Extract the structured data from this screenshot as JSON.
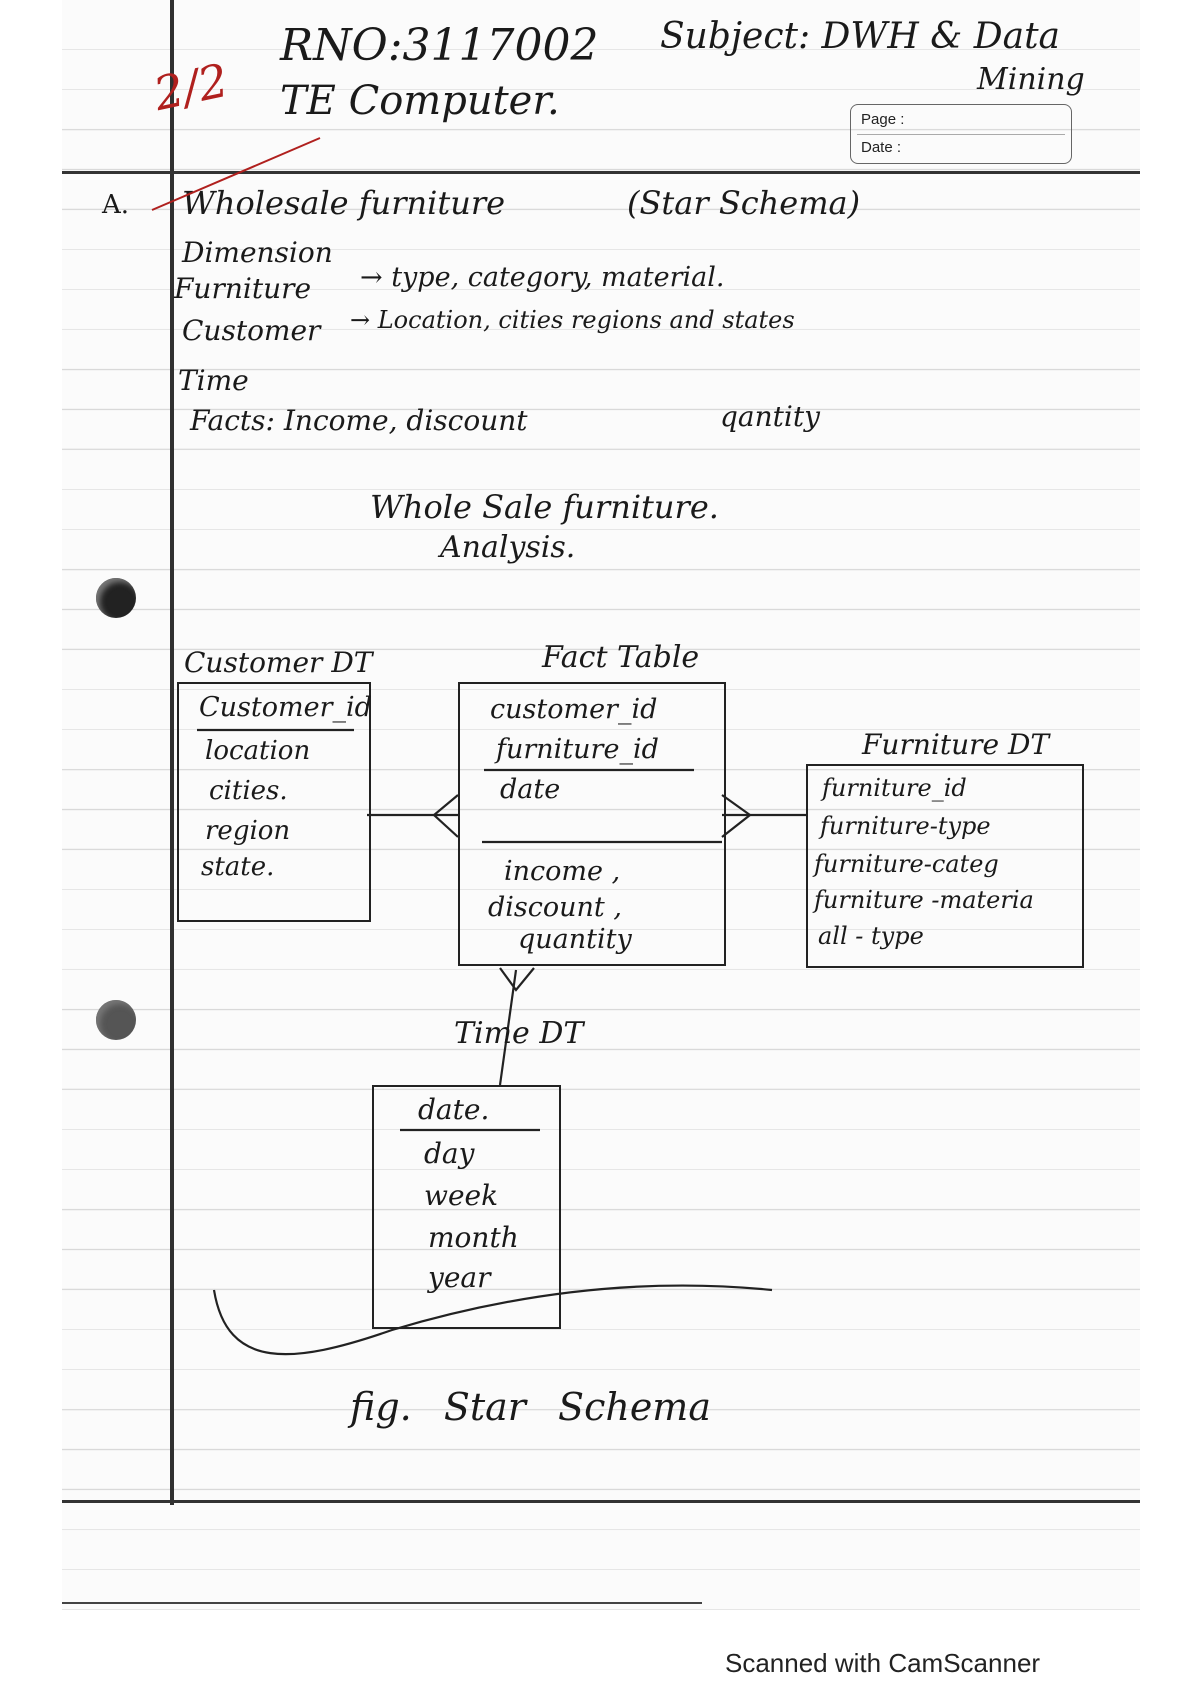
{
  "header": {
    "roll_no": "RNO:3117002",
    "class": "TE Computer.",
    "subject_line1": "Subject: DWH & Data",
    "subject_line2": "Mining",
    "grade": "2/2",
    "page_label": "Page :",
    "date_label": "Date :"
  },
  "question": {
    "label": "A.",
    "title": "Wholesale furniture",
    "title_note": "(Star Schema)",
    "dimension_heading": "Dimension",
    "dimensions": [
      {
        "name": "Furniture",
        "detail": "→ type, category, material."
      },
      {
        "name": "Customer",
        "detail": "→ Location, cities regions and states"
      },
      {
        "name": "Time",
        "detail": ""
      }
    ],
    "facts": "Facts: Income, discount",
    "facts_extra": "qantity"
  },
  "analysis_title": {
    "line1": "Whole Sale furniture.",
    "line2": "Analysis."
  },
  "diagram": {
    "customer_table": {
      "title": "Customer DT",
      "key": "Customer_id",
      "attributes": [
        "location",
        "cities.",
        "region",
        "state."
      ]
    },
    "fact_table": {
      "title": "Fact Table",
      "keys": [
        "customer_id",
        "furniture_id",
        "date"
      ],
      "measures": [
        "income ,",
        "discount ,",
        "quantity"
      ]
    },
    "furniture_table": {
      "title": "Furniture DT",
      "attributes": [
        "furniture_id",
        "furniture-type",
        "furniture-categ",
        "furniture -materia",
        "all - type"
      ]
    },
    "time_table": {
      "title": "Time DT",
      "key": "date.",
      "attributes": [
        "day",
        "week",
        "month",
        "year"
      ]
    },
    "caption": "fig. Star Schema"
  },
  "footer": {
    "scanner_text": "Scanned with CamScanner"
  },
  "colors": {
    "ink": "#1a1a1a",
    "grade_ink": "#b0201e",
    "paper": "#fbfbfb",
    "rule": "#d9d9d9"
  }
}
